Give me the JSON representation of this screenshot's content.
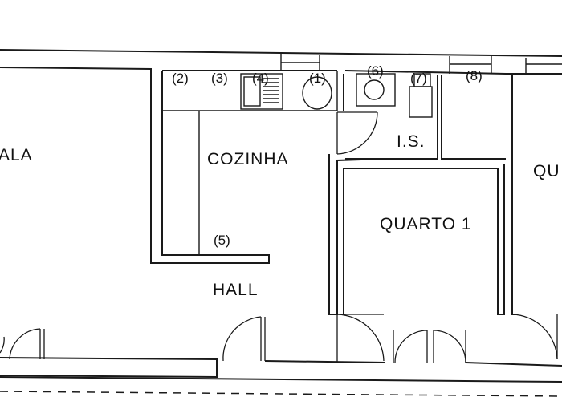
{
  "rooms": {
    "sala": "ALA",
    "cozinha": "COZINHA",
    "hall": "HALL",
    "is": "I.S.",
    "quarto1": "QUARTO 1",
    "quarto2": "QU"
  },
  "fixtures": {
    "f2": "(2)",
    "f3": "(3)",
    "f4": "(4)",
    "f1": "(1)",
    "f6": "(6)",
    "f7": "(7)",
    "f8": "(8)",
    "f5": "(5)"
  }
}
